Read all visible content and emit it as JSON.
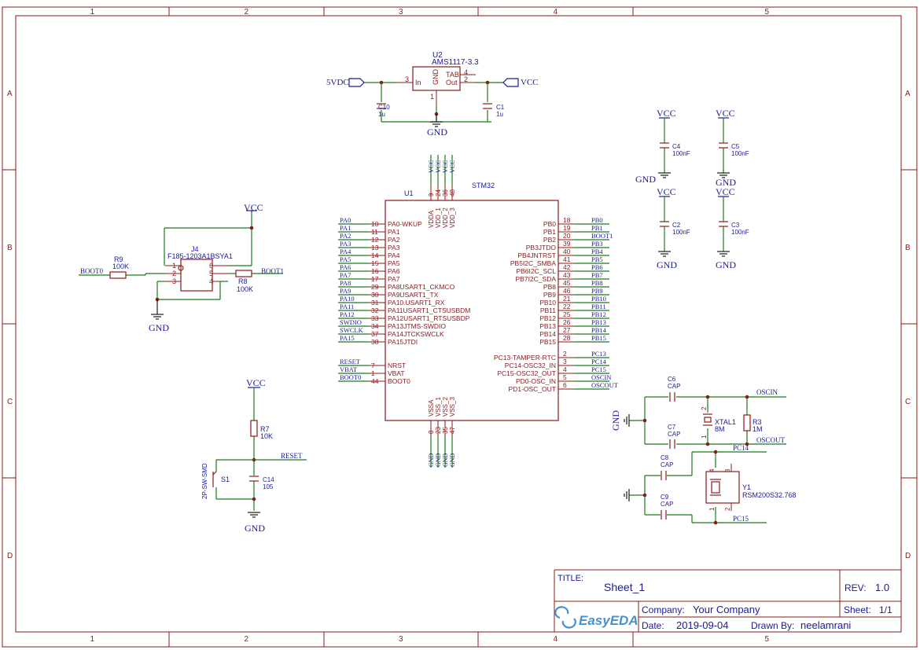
{
  "frame": {
    "col_labels": [
      "1",
      "2",
      "3",
      "4",
      "5"
    ],
    "row_labels": [
      "A",
      "B",
      "C",
      "D"
    ]
  },
  "title_block": {
    "title_label": "TITLE:",
    "title": "Sheet_1",
    "rev_label": "REV:",
    "rev": "1.0",
    "company_label": "Company:",
    "company": "Your Company",
    "sheet_label": "Sheet:",
    "sheet": "1/1",
    "date_label": "Date:",
    "date": "2019-09-04",
    "drawn_label": "Drawn By:",
    "drawn_by": "neelamrani",
    "logo": "EasyEDA"
  },
  "power": {
    "vcc": "VCC",
    "gnd": "GND",
    "in5v": "5VDC"
  },
  "u2": {
    "ref": "U2",
    "value": "AMS1117-3.3",
    "pin_in": "In",
    "pin_gnd": "GND",
    "pin_tab": "TAB",
    "pin_out": "Out",
    "n3": "3",
    "n1": "1",
    "n2": "2",
    "n4": "4"
  },
  "caps": {
    "c10": {
      "ref": "C10",
      "value": "1u"
    },
    "c1": {
      "ref": "C1",
      "value": "1u"
    },
    "c4": {
      "ref": "C4",
      "value": "100nF"
    },
    "c5": {
      "ref": "C5",
      "value": "100nF"
    },
    "c2": {
      "ref": "C2",
      "value": "100nF"
    },
    "c3": {
      "ref": "C3",
      "value": "100nF"
    },
    "c14": {
      "ref": "C14",
      "value": "105"
    },
    "c6": {
      "ref": "C6",
      "value": "CAP"
    },
    "c7": {
      "ref": "C7",
      "value": "CAP"
    },
    "c8": {
      "ref": "C8",
      "value": "CAP"
    },
    "c9": {
      "ref": "C9",
      "value": "CAP"
    }
  },
  "u1": {
    "ref": "U1",
    "value": "STM32",
    "top_pins": [
      {
        "num": "9",
        "name": "VDDA"
      },
      {
        "num": "24",
        "name": "VDD_1"
      },
      {
        "num": "36",
        "name": "VDD_2"
      },
      {
        "num": "48",
        "name": "VDD_3"
      }
    ],
    "bottom_pins": [
      {
        "num": "8",
        "name": "VSSA"
      },
      {
        "num": "23",
        "name": "VSS_1"
      },
      {
        "num": "35",
        "name": "VSS_2"
      },
      {
        "num": "47",
        "name": "VSS_3"
      }
    ],
    "left_pins": [
      {
        "net": "PA0",
        "num": "10",
        "name": "PA0-WKUP"
      },
      {
        "net": "PA1",
        "num": "11",
        "name": "PA1"
      },
      {
        "net": "PA2",
        "num": "12",
        "name": "PA2"
      },
      {
        "net": "PA3",
        "num": "13",
        "name": "PA3"
      },
      {
        "net": "PA4",
        "num": "14",
        "name": "PA4"
      },
      {
        "net": "PA5",
        "num": "15",
        "name": "PA5"
      },
      {
        "net": "PA6",
        "num": "16",
        "name": "PA6"
      },
      {
        "net": "PA7",
        "num": "17",
        "name": "PA7"
      },
      {
        "net": "PA8",
        "num": "29",
        "name": "PA8USART1_CKMCO"
      },
      {
        "net": "PA9",
        "num": "30",
        "name": "PA9USART1_TX"
      },
      {
        "net": "PA10",
        "num": "31",
        "name": "PA10.USART1_RX"
      },
      {
        "net": "PA11",
        "num": "32",
        "name": "PA11USART1_CTSUSBDM"
      },
      {
        "net": "PA12",
        "num": "33",
        "name": "PA12USART1_RTSUSBDP"
      },
      {
        "net": "SWDIO",
        "num": "34",
        "name": "PA13JTMS-SWDIO"
      },
      {
        "net": "SWCLK",
        "num": "37",
        "name": "PA14JTCKSWCLK"
      },
      {
        "net": "PA15",
        "num": "38",
        "name": "PA15JTDI"
      }
    ],
    "left_pins2": [
      {
        "net": "RESET",
        "num": "7",
        "name": "NRST"
      },
      {
        "net": "VBAT",
        "num": "1",
        "name": "VBAT"
      },
      {
        "net": "BOOT0",
        "num": "44",
        "name": "BOOT0"
      }
    ],
    "right_pins": [
      {
        "net": "PB0",
        "num": "18",
        "name": "PB0"
      },
      {
        "net": "PB1",
        "num": "19",
        "name": "PB1"
      },
      {
        "net": "BOOT1",
        "num": "20",
        "name": "PB2"
      },
      {
        "net": "PB3",
        "num": "39",
        "name": "PB3JTDO"
      },
      {
        "net": "PB4",
        "num": "40",
        "name": "PB4JNTRST"
      },
      {
        "net": "PB5",
        "num": "41",
        "name": "PB5I2C_SMBA"
      },
      {
        "net": "PB6",
        "num": "42",
        "name": "PB6I2C_SCL"
      },
      {
        "net": "PB7",
        "num": "43",
        "name": "PB7I2C_SDA"
      },
      {
        "net": "PB8",
        "num": "45",
        "name": "PB8"
      },
      {
        "net": "PB9",
        "num": "46",
        "name": "PB9"
      },
      {
        "net": "PB10",
        "num": "21",
        "name": "PB10"
      },
      {
        "net": "PB11",
        "num": "22",
        "name": "PB11"
      },
      {
        "net": "PB12",
        "num": "25",
        "name": "PB12"
      },
      {
        "net": "PB13",
        "num": "26",
        "name": "PB13"
      },
      {
        "net": "PB14",
        "num": "27",
        "name": "PB14"
      },
      {
        "net": "PB15",
        "num": "28",
        "name": "PB15"
      }
    ],
    "right_pins2": [
      {
        "net": "PC13",
        "num": "2",
        "name": "PC13-TAMPER-RTC"
      },
      {
        "net": "PC14",
        "num": "3",
        "name": "PC14-OSC32_IN"
      },
      {
        "net": "PC15",
        "num": "4",
        "name": "PC15-OSC32_OUT"
      },
      {
        "net": "OSCIN",
        "num": "5",
        "name": "PD0-OSC_IN"
      },
      {
        "net": "OSCOUT",
        "num": "6",
        "name": "PD1-OSC_OUT"
      }
    ]
  },
  "j4": {
    "ref": "J4",
    "value": "F185-1203A1BSYA1",
    "pins": [
      "1",
      "2",
      "3",
      "6",
      "5",
      "4"
    ]
  },
  "r9": {
    "ref": "R9",
    "value": "100K"
  },
  "r8": {
    "ref": "R8",
    "value": "100K"
  },
  "r7": {
    "ref": "R7",
    "value": "10K"
  },
  "r3": {
    "ref": "R3",
    "value": "1M"
  },
  "s1": {
    "ref": "S1",
    "value": "2P-SW-SMD"
  },
  "xtal1": {
    "ref": "XTAL1",
    "value": "8M",
    "p1": "1",
    "p2": "2"
  },
  "y1": {
    "ref": "Y1",
    "value": "RSM200S32.768",
    "p1": "1",
    "p2": "2",
    "p3": "3",
    "p4": "4"
  },
  "nets": {
    "boot0": "BOOT0",
    "boot1": "BOOT1",
    "reset": "RESET",
    "oscin": "OSCIN",
    "oscout": "OSCOUT",
    "pc14": "PC14",
    "pc15": "PC15"
  }
}
